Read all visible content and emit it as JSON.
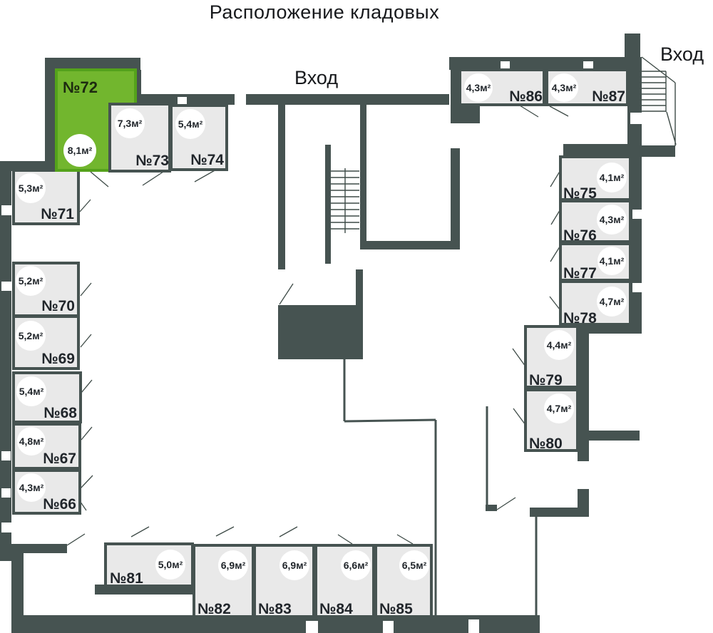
{
  "title": "Расположение кладовых",
  "labels": {
    "entrance_top": "Вход",
    "entrance_right": "Вход"
  },
  "colors": {
    "wall": "#465351",
    "room_fill": "#e9e9e9",
    "highlight_fill": "#72b62e",
    "highlight_stroke": "#54a21b",
    "bubble": "#ffffff",
    "text": "#21262b"
  },
  "rooms": [
    {
      "number": "№66",
      "area": "4,3м²",
      "selected": false
    },
    {
      "number": "№67",
      "area": "4,8м²",
      "selected": false
    },
    {
      "number": "№68",
      "area": "5,4м²",
      "selected": false
    },
    {
      "number": "№69",
      "area": "5,2м²",
      "selected": false
    },
    {
      "number": "№70",
      "area": "5,2м²",
      "selected": false
    },
    {
      "number": "№71",
      "area": "5,3м²",
      "selected": false
    },
    {
      "number": "№72",
      "area": "8,1м²",
      "selected": true
    },
    {
      "number": "№73",
      "area": "7,3м²",
      "selected": false
    },
    {
      "number": "№74",
      "area": "5,4м²",
      "selected": false
    },
    {
      "number": "№75",
      "area": "4,1м²",
      "selected": false
    },
    {
      "number": "№76",
      "area": "4,3м²",
      "selected": false
    },
    {
      "number": "№77",
      "area": "4,1м²",
      "selected": false
    },
    {
      "number": "№78",
      "area": "4,7м²",
      "selected": false
    },
    {
      "number": "№79",
      "area": "4,4м²",
      "selected": false
    },
    {
      "number": "№80",
      "area": "4,7м²",
      "selected": false
    },
    {
      "number": "№81",
      "area": "5,0м²",
      "selected": false
    },
    {
      "number": "№82",
      "area": "6,9м²",
      "selected": false
    },
    {
      "number": "№83",
      "area": "6,9м²",
      "selected": false
    },
    {
      "number": "№84",
      "area": "6,6м²",
      "selected": false
    },
    {
      "number": "№85",
      "area": "6,5м²",
      "selected": false
    },
    {
      "number": "№86",
      "area": "4,3м²",
      "selected": false
    },
    {
      "number": "№87",
      "area": "4,3м²",
      "selected": false
    }
  ]
}
